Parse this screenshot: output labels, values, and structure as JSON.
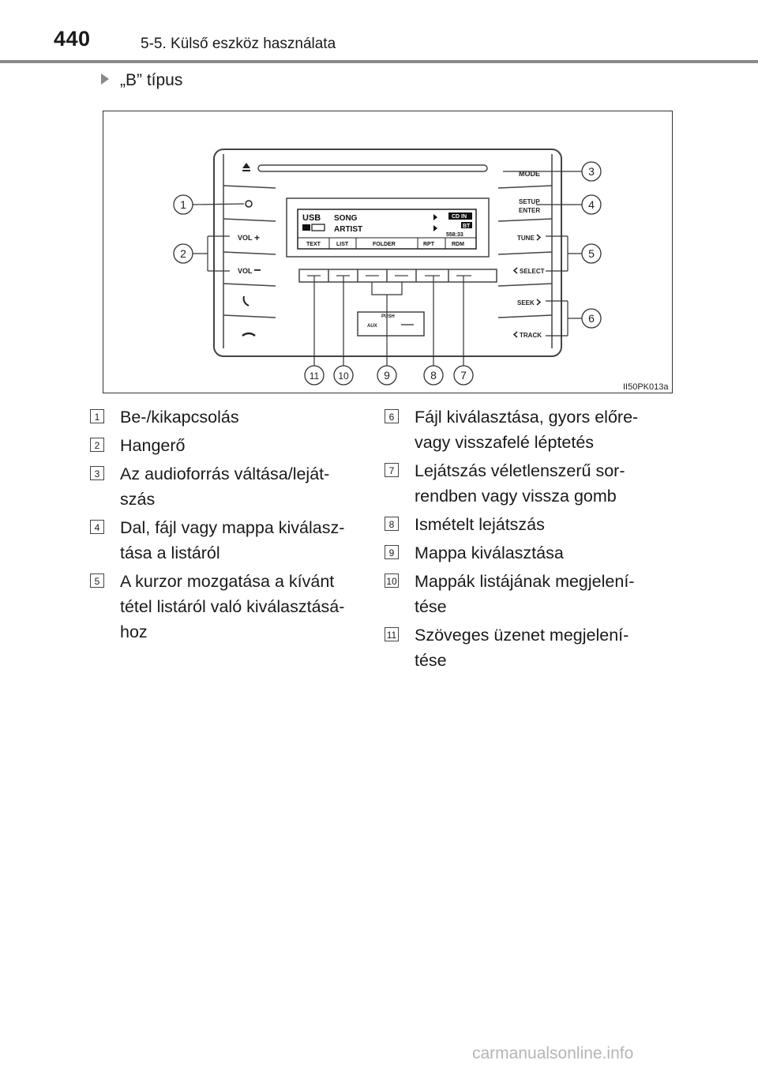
{
  "header": {
    "page_number": "440",
    "section": "5-5. Külső eszköz használata"
  },
  "subheading": "„B” típus",
  "figure": {
    "id_code": "II50PK013a",
    "display": {
      "source": "USB",
      "song": "SONG",
      "artist": "ARTIST",
      "cd_in": "CD IN",
      "bt": "BT",
      "time": "558:33",
      "soft_keys": [
        "TEXT",
        "LIST",
        "FOLDER",
        "RPT",
        "RDM"
      ]
    },
    "left_buttons": [
      "VOL",
      "VOL"
    ],
    "right_buttons": [
      "MODE",
      "SETUP",
      "ENTER",
      "TUNE",
      "SELECT",
      "SEEK",
      "TRACK"
    ],
    "port_labels": [
      "PUSH",
      "AUX"
    ],
    "callouts": [
      "1",
      "2",
      "3",
      "4",
      "5",
      "6",
      "7",
      "8",
      "9",
      "10",
      "11"
    ]
  },
  "legend_left": [
    {
      "num": "1",
      "text": "Be-/kikapcsolás"
    },
    {
      "num": "2",
      "text": "Hangerő"
    },
    {
      "num": "3",
      "text": "Az audioforrás váltása/leját-szás"
    },
    {
      "num": "4",
      "text": "Dal, fájl vagy mappa kiválasz-tása a listáról"
    },
    {
      "num": "5",
      "text": "A kurzor mozgatása a kívánt tétel listáról való kiválasztásá-hoz"
    }
  ],
  "legend_right": [
    {
      "num": "6",
      "text": "Fájl kiválasztása, gyors előre- vagy visszafelé léptetés"
    },
    {
      "num": "7",
      "text": "Lejátszás véletlenszerű sor-rendben vagy vissza gomb"
    },
    {
      "num": "8",
      "text": "Ismételt lejátszás"
    },
    {
      "num": "9",
      "text": "Mappa kiválasztása"
    },
    {
      "num": "10",
      "text": "Mappák listájának megjelení-tése"
    },
    {
      "num": "11",
      "text": "Szöveges üzenet megjelení-tése"
    }
  ],
  "footer": "carmanualsonline.info"
}
